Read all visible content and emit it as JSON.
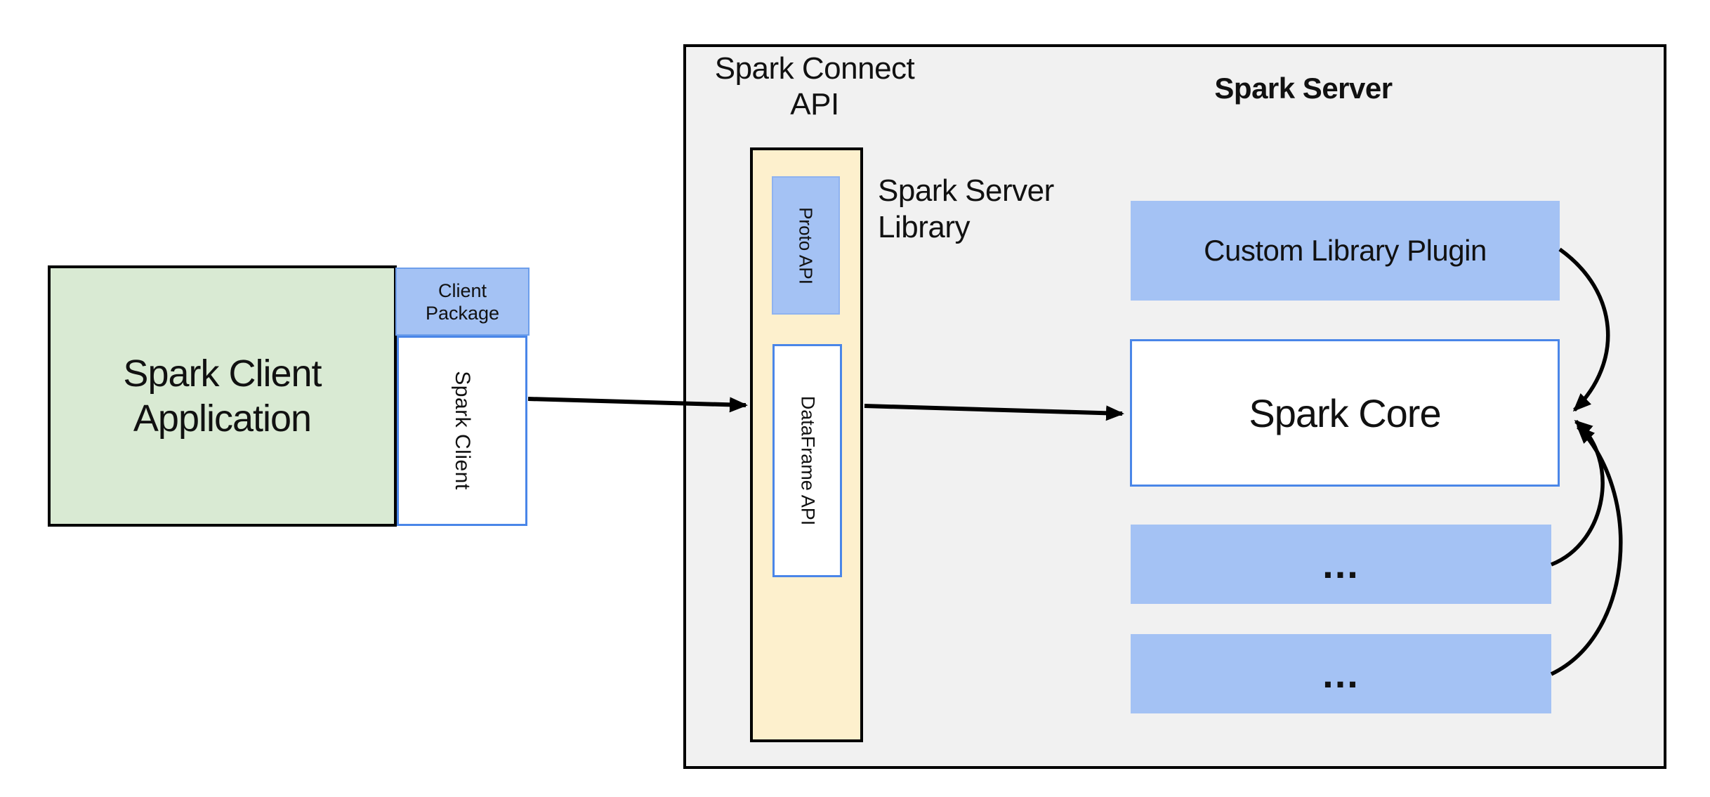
{
  "client": {
    "app_lines": [
      "Spark Client",
      "Application"
    ],
    "package_lines": [
      "Client",
      "Package"
    ],
    "spark_client_label": "Spark Client"
  },
  "connect_api": {
    "title_lines": [
      "Spark Connect",
      "API"
    ],
    "proto_api_label": "Proto  API",
    "dataframe_api_label": "DataFrame API",
    "server_library_lines": [
      "Spark Server",
      "Library"
    ]
  },
  "server": {
    "title": "Spark Server",
    "plugin_label": "Custom Library Plugin",
    "core_label": "Spark Core",
    "more_1": "...",
    "more_2": "..."
  },
  "colors": {
    "panel_bg": "#f1f1f1",
    "blue_fill": "#a4c2f4",
    "blue_border": "#4a86e8",
    "green_fill": "#d9ead3",
    "yellow_fill": "#fdf0cd",
    "line_color": "#000000"
  }
}
